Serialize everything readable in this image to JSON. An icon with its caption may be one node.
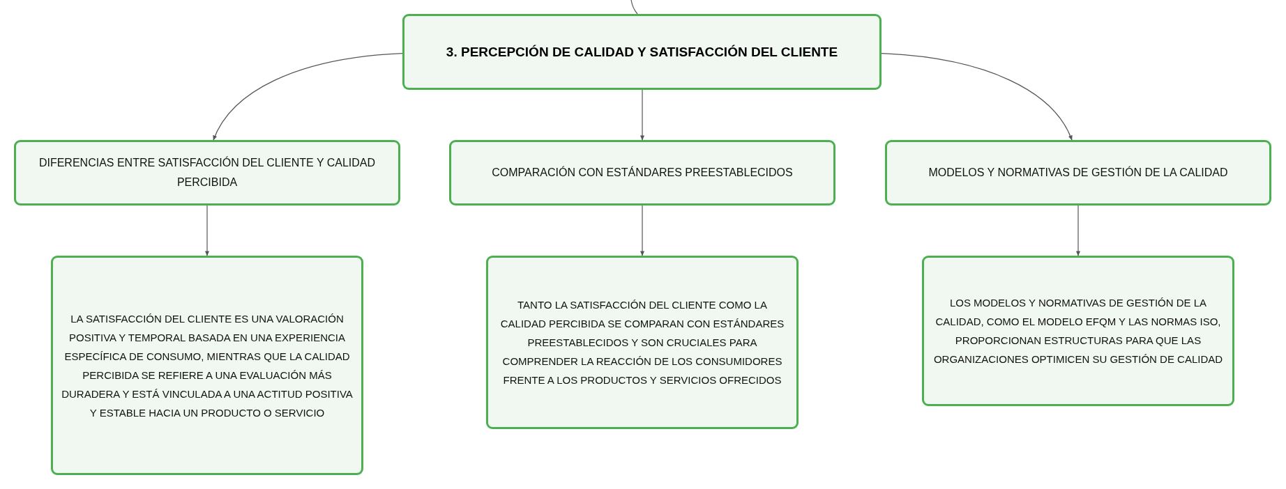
{
  "diagram": {
    "nodes": [
      {
        "text": [
          "3. PERCEPCIÓN DE CALIDAD Y SATISFACCIÓN DEL CLIENTE"
        ]
      },
      {
        "text": [
          "DIFERENCIAS ENTRE SATISFACCIÓN DEL CLIENTE Y CALIDAD PERCIBIDA"
        ]
      },
      {
        "text": [
          "COMPARACIÓN CON ESTÁNDARES PREESTABLECIDOS"
        ]
      },
      {
        "text": [
          "MODELOS Y NORMATIVAS DE GESTIÓN DE LA CALIDAD"
        ]
      },
      {
        "text": [
          "LA SATISFACCIÓN DEL CLIENTE ES UNA VALORACIÓN POSITIVA Y TEMPORAL BASADA EN UNA EXPERIENCIA ESPECÍFICA DE CONSUMO, MIENTRAS QUE LA CALIDAD PERCIBIDA SE REFIERE A UNA EVALUACIÓN MÁS DURADERA Y ESTÁ VINCULADA A UNA ACTITUD POSITIVA Y ESTABLE HACIA UN PRODUCTO O SERVICIO"
        ]
      },
      {
        "text": [
          "TANTO LA SATISFACCIÓN DEL CLIENTE COMO LA CALIDAD PERCIBIDA SE COMPARAN CON ESTÁNDARES PREESTABLECIDOS Y SON CRUCIALES PARA COMPRENDER LA REACCIÓN DE LOS CONSUMIDORES FRENTE A LOS PRODUCTOS Y SERVICIOS OFRECIDOS"
        ]
      },
      {
        "text": [
          "LOS MODELOS Y NORMATIVAS DE GESTIÓN DE LA CALIDAD, COMO EL MODELO EFQM Y LAS NORMAS ISO, PROPORCIONAN ESTRUCTURAS PARA QUE LAS ORGANIZACIONES OPTIMICEN SU GESTIÓN DE CALIDAD"
        ]
      }
    ],
    "edges": [
      {
        "from": null,
        "to": 0,
        "arrow": "none"
      },
      {
        "from": 0,
        "to": 1,
        "arrow": "to"
      },
      {
        "from": 0,
        "to": 2,
        "arrow": "to"
      },
      {
        "from": 0,
        "to": 3,
        "arrow": "to"
      },
      {
        "from": 1,
        "to": 4,
        "arrow": "to"
      },
      {
        "from": 2,
        "to": 5,
        "arrow": "to"
      },
      {
        "from": 3,
        "to": 6,
        "arrow": "to"
      }
    ]
  }
}
